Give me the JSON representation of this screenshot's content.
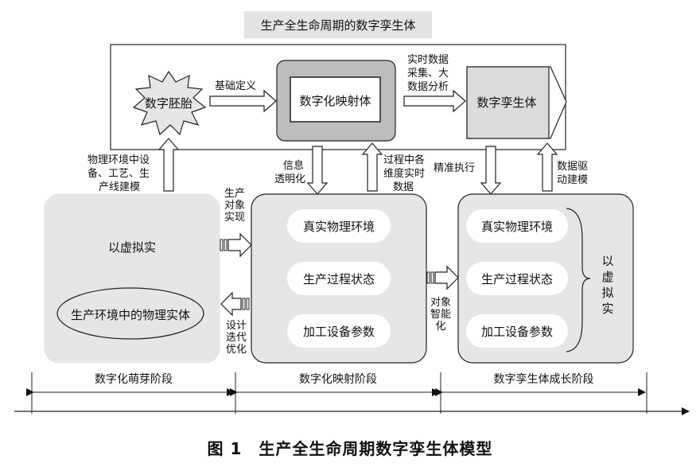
{
  "title": "生产全生命周期的数字孪生体",
  "top_row": {
    "embryo": "数字胚胎",
    "basic_definition": "基础定义",
    "mapping_body": "数字化映射体",
    "realtime_data": [
      "实时数据",
      "采集、大",
      "数据分析"
    ],
    "twin": "数字孪生体"
  },
  "vertical_labels": {
    "physical_modeling": [
      "物理环境中设",
      "备、工艺、生",
      "产线建模"
    ],
    "info_transparency": [
      "信息",
      "透明化"
    ],
    "process_data": [
      "过程中各",
      "维度实时",
      "数据"
    ],
    "precise_execution": "精准执行",
    "data_driven_modeling": [
      "数据驱",
      "动建模"
    ]
  },
  "left_box": {
    "virtual_real": "以虚拟实",
    "physical_entity": "生产环境中的物理实体"
  },
  "side_labels": {
    "production_object": "生产对象实现",
    "design_iteration": "设计迭代优化",
    "object_intelligence": "对象智能化",
    "virtual_real_vertical": "以虚拟实"
  },
  "middle_box": [
    "真实物理环境",
    "生产过程状态",
    "加工设备参数"
  ],
  "right_box": [
    "真实物理环境",
    "生产过程状态",
    "加工设备参数"
  ],
  "stages": [
    "数字化萌芽阶段",
    "数字化映射阶段",
    "数字孪生体成长阶段"
  ],
  "caption": "图 1　生产全生命周期数字孪生体模型"
}
